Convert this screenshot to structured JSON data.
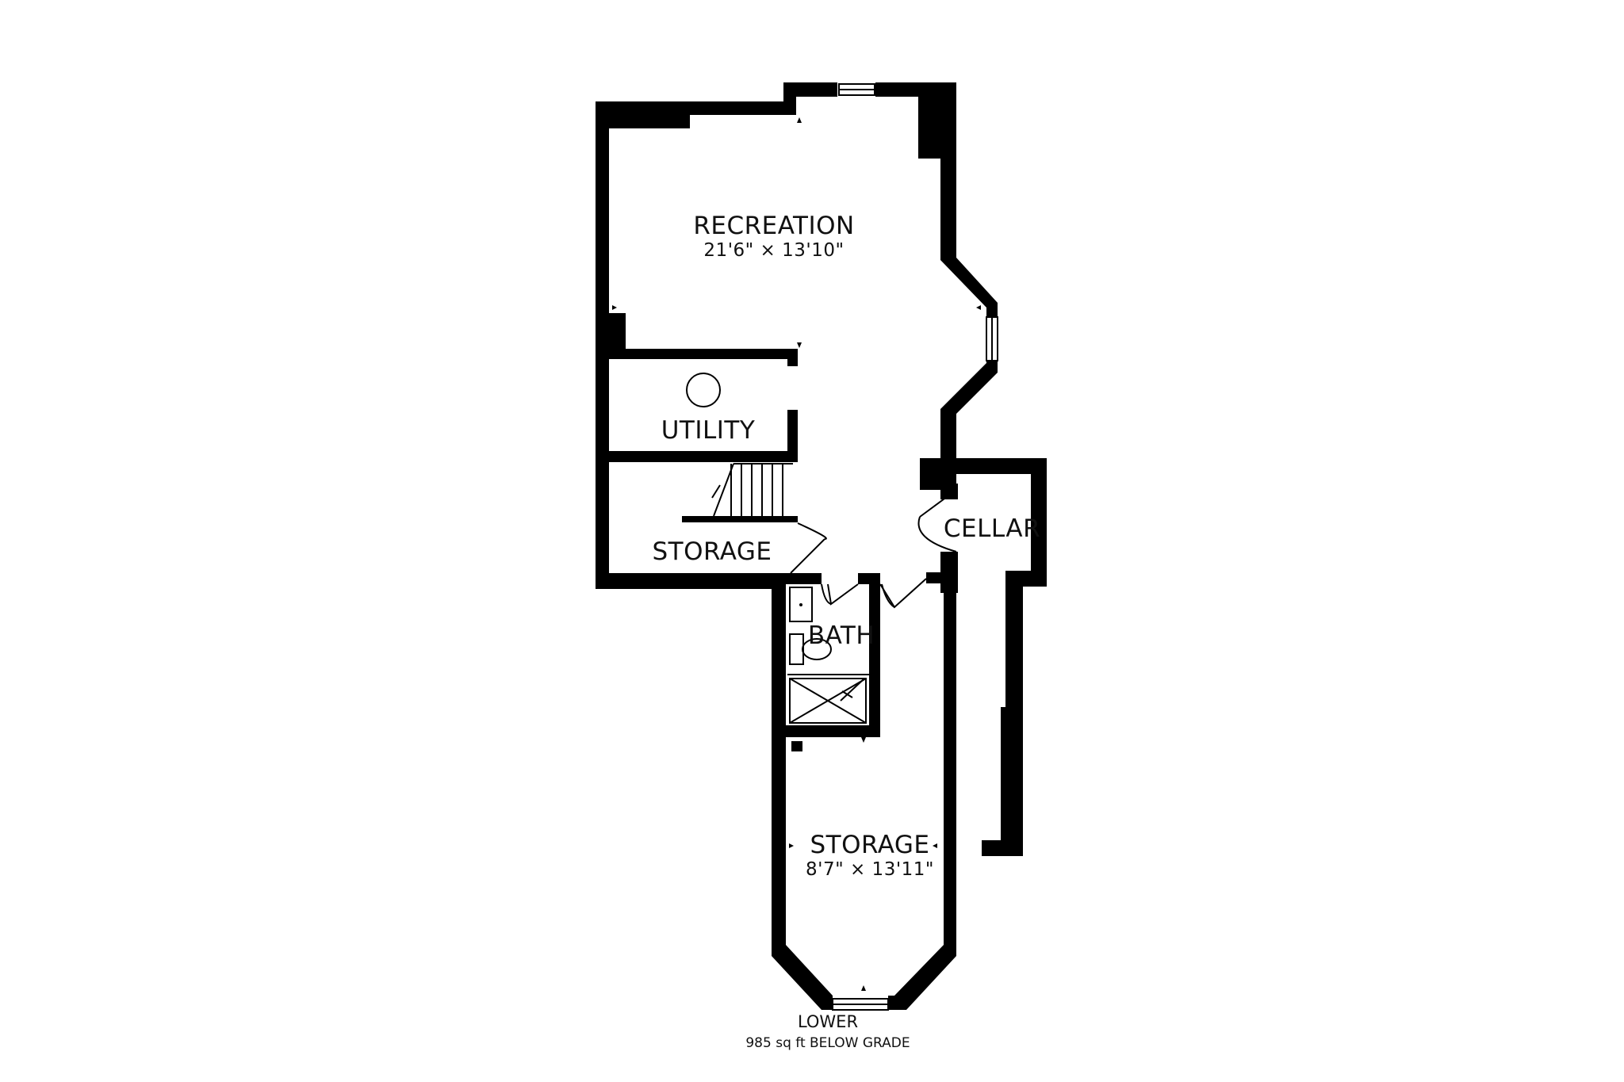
{
  "floor": {
    "name": "LOWER",
    "area": "985 sq ft BELOW GRADE"
  },
  "rooms": {
    "recreation": {
      "name": "RECREATION",
      "dims": "21'6\" × 13'10\""
    },
    "utility": {
      "name": "UTILITY"
    },
    "storage_upper": {
      "name": "STORAGE"
    },
    "cellar": {
      "name": "CELLAR"
    },
    "bath": {
      "name": "BATH"
    },
    "storage_lower": {
      "name": "STORAGE",
      "dims": "8'7\" × 13'11\""
    }
  },
  "colors": {
    "wall": "#000000",
    "background": "#ffffff"
  }
}
